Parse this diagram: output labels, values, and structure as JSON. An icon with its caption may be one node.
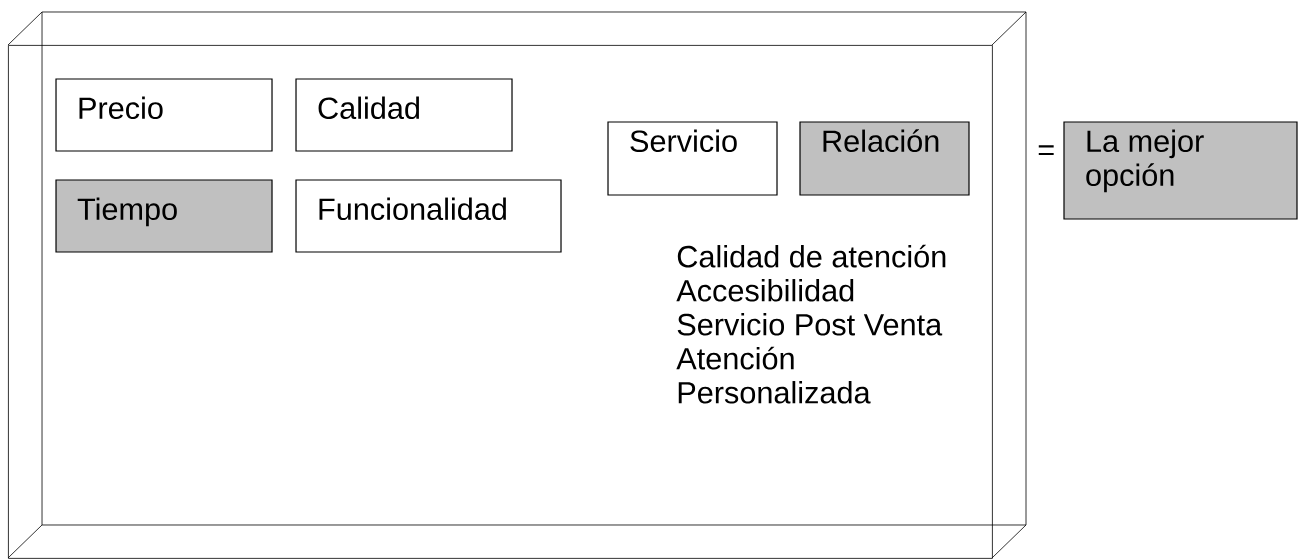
{
  "diagram": {
    "nodes": [
      {
        "text": [],
        "shape": "box"
      },
      {
        "text": [
          "Precio"
        ],
        "in": 0
      },
      {
        "text": [
          "Calidad"
        ],
        "in": 0
      },
      {
        "text": [
          "Tiempo"
        ],
        "in": 0
      },
      {
        "text": [
          "Funcionalidad"
        ],
        "in": 0
      },
      {
        "text": [
          "Servicio"
        ],
        "in": 0
      },
      {
        "text": [
          "Relación"
        ],
        "in": 0
      },
      {
        "text": [
          "La mejor opción"
        ]
      }
    ],
    "labels": [
      "=",
      "Calidad de atención",
      "Accesibilidad",
      "Servicio Post Venta",
      "Atención Personalizada"
    ]
  }
}
